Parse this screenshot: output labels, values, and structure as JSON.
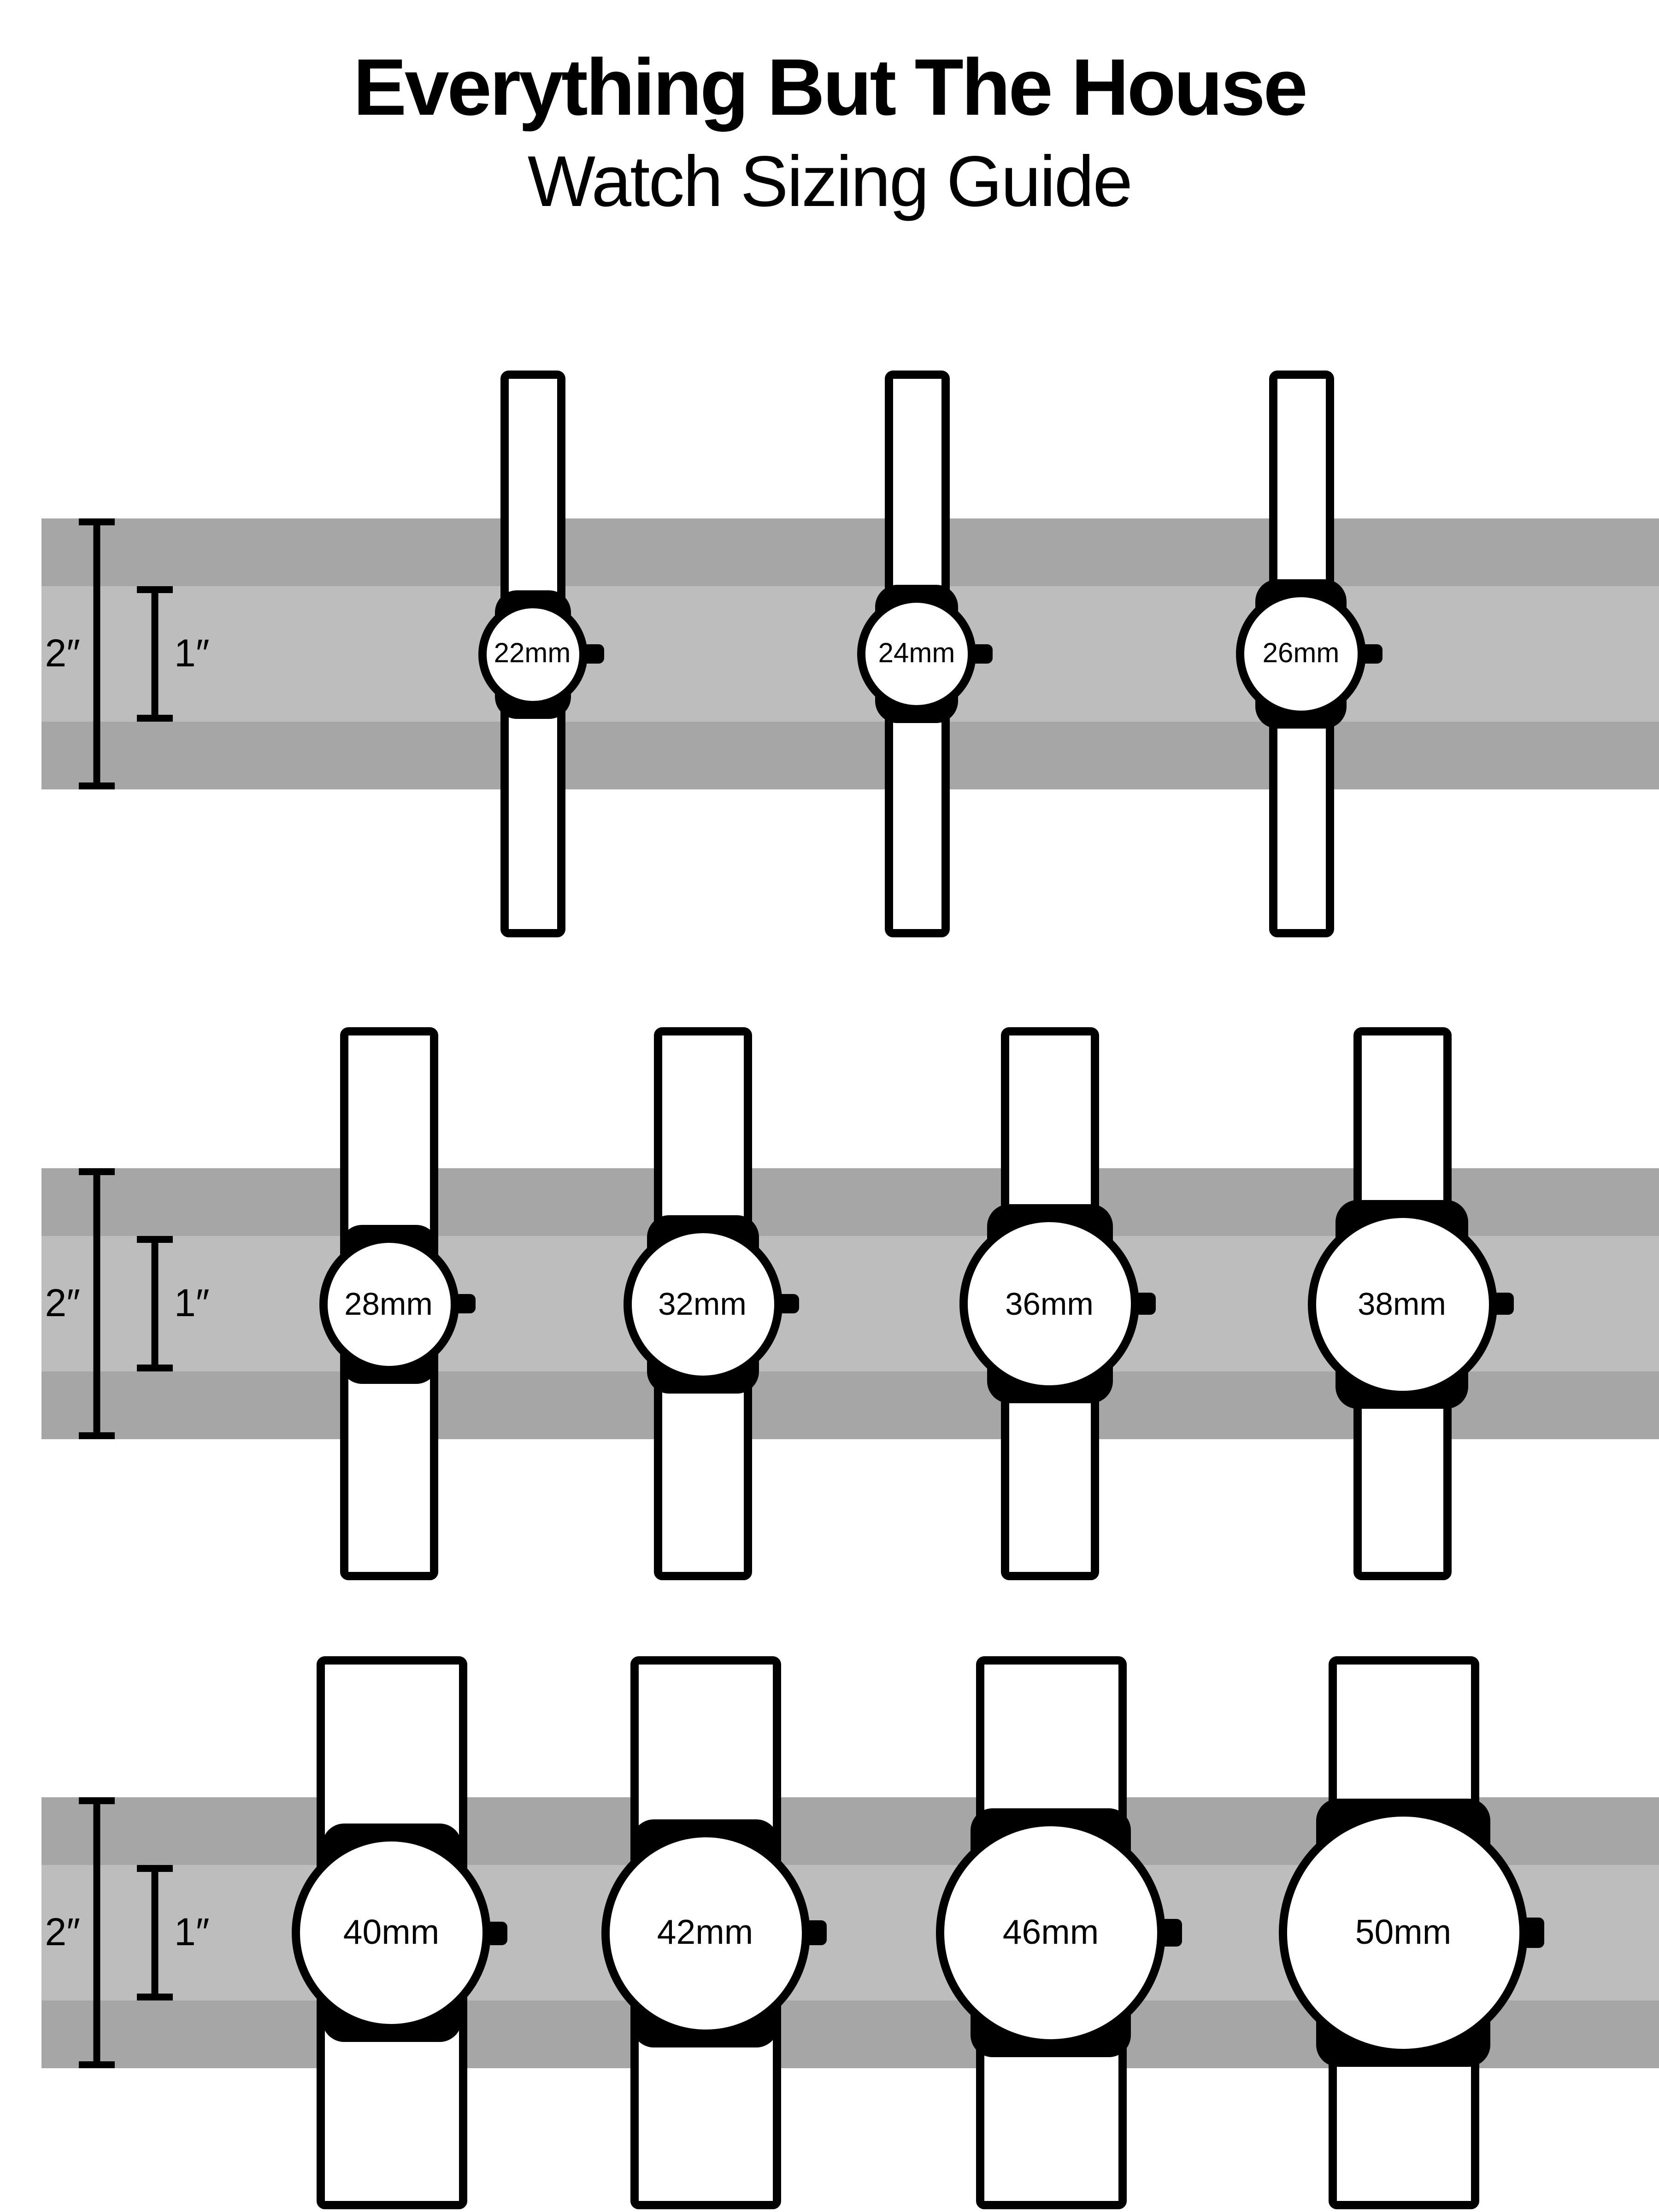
{
  "title": "Everything But The House",
  "subtitle": "Watch Sizing Guide",
  "rulers": {
    "outer_label": "2″",
    "inner_label": "1″"
  },
  "colors": {
    "band_outer": "#a6a6a6",
    "band_inner": "#bdbdbd",
    "outline": "#000000",
    "watch_fill": "#ffffff",
    "background": "#ffffff"
  },
  "rows": [
    {
      "watches": [
        {
          "size_mm": 22,
          "label": "22mm"
        },
        {
          "size_mm": 24,
          "label": "24mm"
        },
        {
          "size_mm": 26,
          "label": "26mm"
        }
      ]
    },
    {
      "watches": [
        {
          "size_mm": 28,
          "label": "28mm"
        },
        {
          "size_mm": 32,
          "label": "32mm"
        },
        {
          "size_mm": 36,
          "label": "36mm"
        },
        {
          "size_mm": 38,
          "label": "38mm"
        }
      ]
    },
    {
      "watches": [
        {
          "size_mm": 40,
          "label": "40mm"
        },
        {
          "size_mm": 42,
          "label": "42mm"
        },
        {
          "size_mm": 46,
          "label": "46mm"
        },
        {
          "size_mm": 50,
          "label": "50mm"
        }
      ]
    }
  ]
}
